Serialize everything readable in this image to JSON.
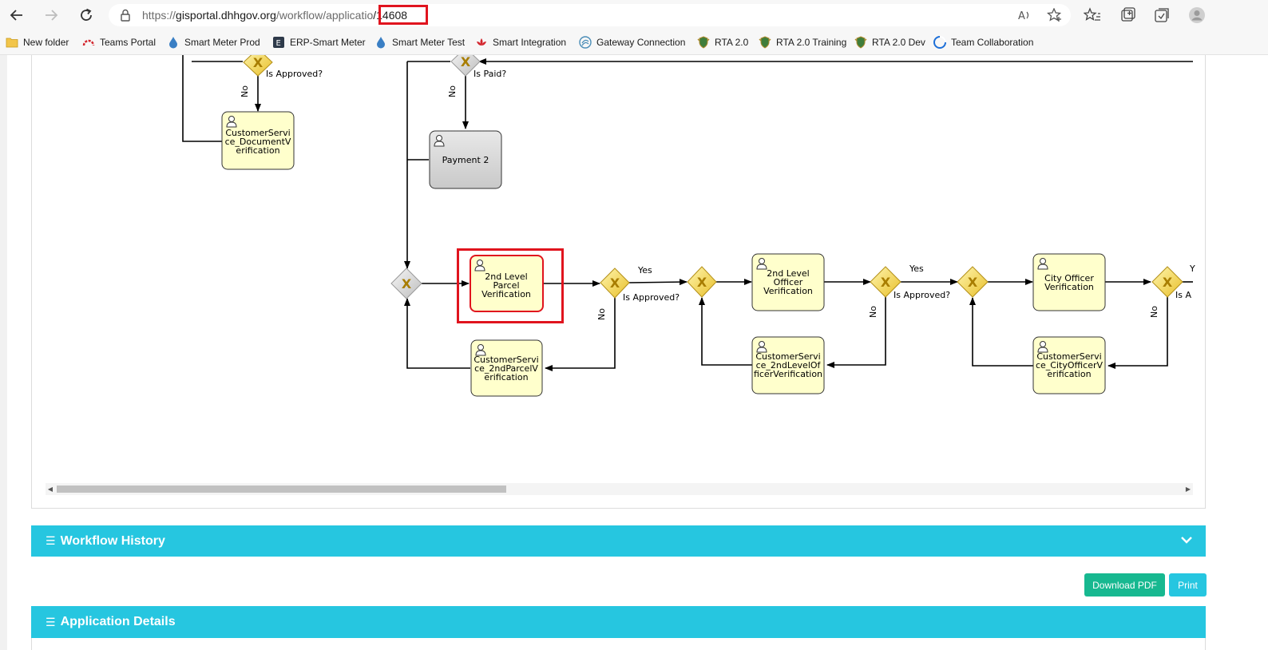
{
  "browser": {
    "url_prefix": "https://",
    "url_domain": "gisportal.dhhgov.org",
    "url_path": "/workflow/applicatio",
    "url_highlight": "/14608"
  },
  "bookmarks": [
    {
      "label": "New folder",
      "icon": "folder-icon"
    },
    {
      "label": "Teams Portal",
      "icon": "teams-portal-icon"
    },
    {
      "label": "Smart Meter Prod",
      "icon": "water-drop-icon"
    },
    {
      "label": "ERP-Smart Meter",
      "icon": "erp-e-icon"
    },
    {
      "label": "Smart Meter Test",
      "icon": "water-drop-icon"
    },
    {
      "label": "Smart Integration",
      "icon": "lotus-icon"
    },
    {
      "label": "Gateway Connection",
      "icon": "gateway-icon"
    },
    {
      "label": "RTA 2.0",
      "icon": "crest-icon"
    },
    {
      "label": "RTA 2.0 Training",
      "icon": "crest-icon"
    },
    {
      "label": "RTA 2.0 Dev",
      "icon": "crest-icon"
    },
    {
      "label": "Team Collaboration",
      "icon": "collab-icon"
    }
  ],
  "diagram": {
    "tasks": {
      "doc_verification": "CustomerService_DocumentVerification",
      "payment2": "Payment 2",
      "parcel2": "2nd Level Parcel Verification",
      "cs_parcel2": "CustomerService_2ndParcelVerification",
      "officer2": "2nd Level Officer Verification",
      "cs_officer2": "CustomerService_2ndLevelOfficerVerification",
      "city_officer": "City Officer Verification",
      "cs_city_officer": "CustomerService_CityOfficerVerification"
    },
    "task_lines": {
      "doc_verification": [
        "CustomerServi",
        "ce_DocumentV",
        "erification"
      ],
      "payment2": [
        "Payment 2"
      ],
      "parcel2": [
        "2nd Level",
        "Parcel",
        "Verification"
      ],
      "cs_parcel2": [
        "CustomerServi",
        "ce_2ndParcelV",
        "erification"
      ],
      "officer2": [
        "2nd Level",
        "Officer",
        "Verification"
      ],
      "cs_officer2": [
        "CustomerServi",
        "ce_2ndLevelOf",
        "ficerVerification"
      ],
      "city_officer": [
        "City Officer",
        "Verification"
      ],
      "cs_city_officer": [
        "CustomerServi",
        "ce_CityOfficerV",
        "erification"
      ]
    },
    "labels": {
      "is_approved": "Is Approved?",
      "is_approved_cut": "Is A",
      "is_paid": "Is Paid?",
      "yes": "Yes",
      "yes_cut": "Y",
      "no": "No"
    }
  },
  "sections": {
    "workflow_history": "Workflow History",
    "application_details": "Application Details"
  },
  "buttons": {
    "download_pdf": "Download PDF",
    "print": "Print"
  },
  "colors": {
    "section_bar": "#26c6e0",
    "download_button": "#17b890",
    "print_button": "#26c6e0",
    "highlight_red": "#e0141e",
    "task_fill": "#ffffcc",
    "gateway_fill": "#f6d64a"
  }
}
